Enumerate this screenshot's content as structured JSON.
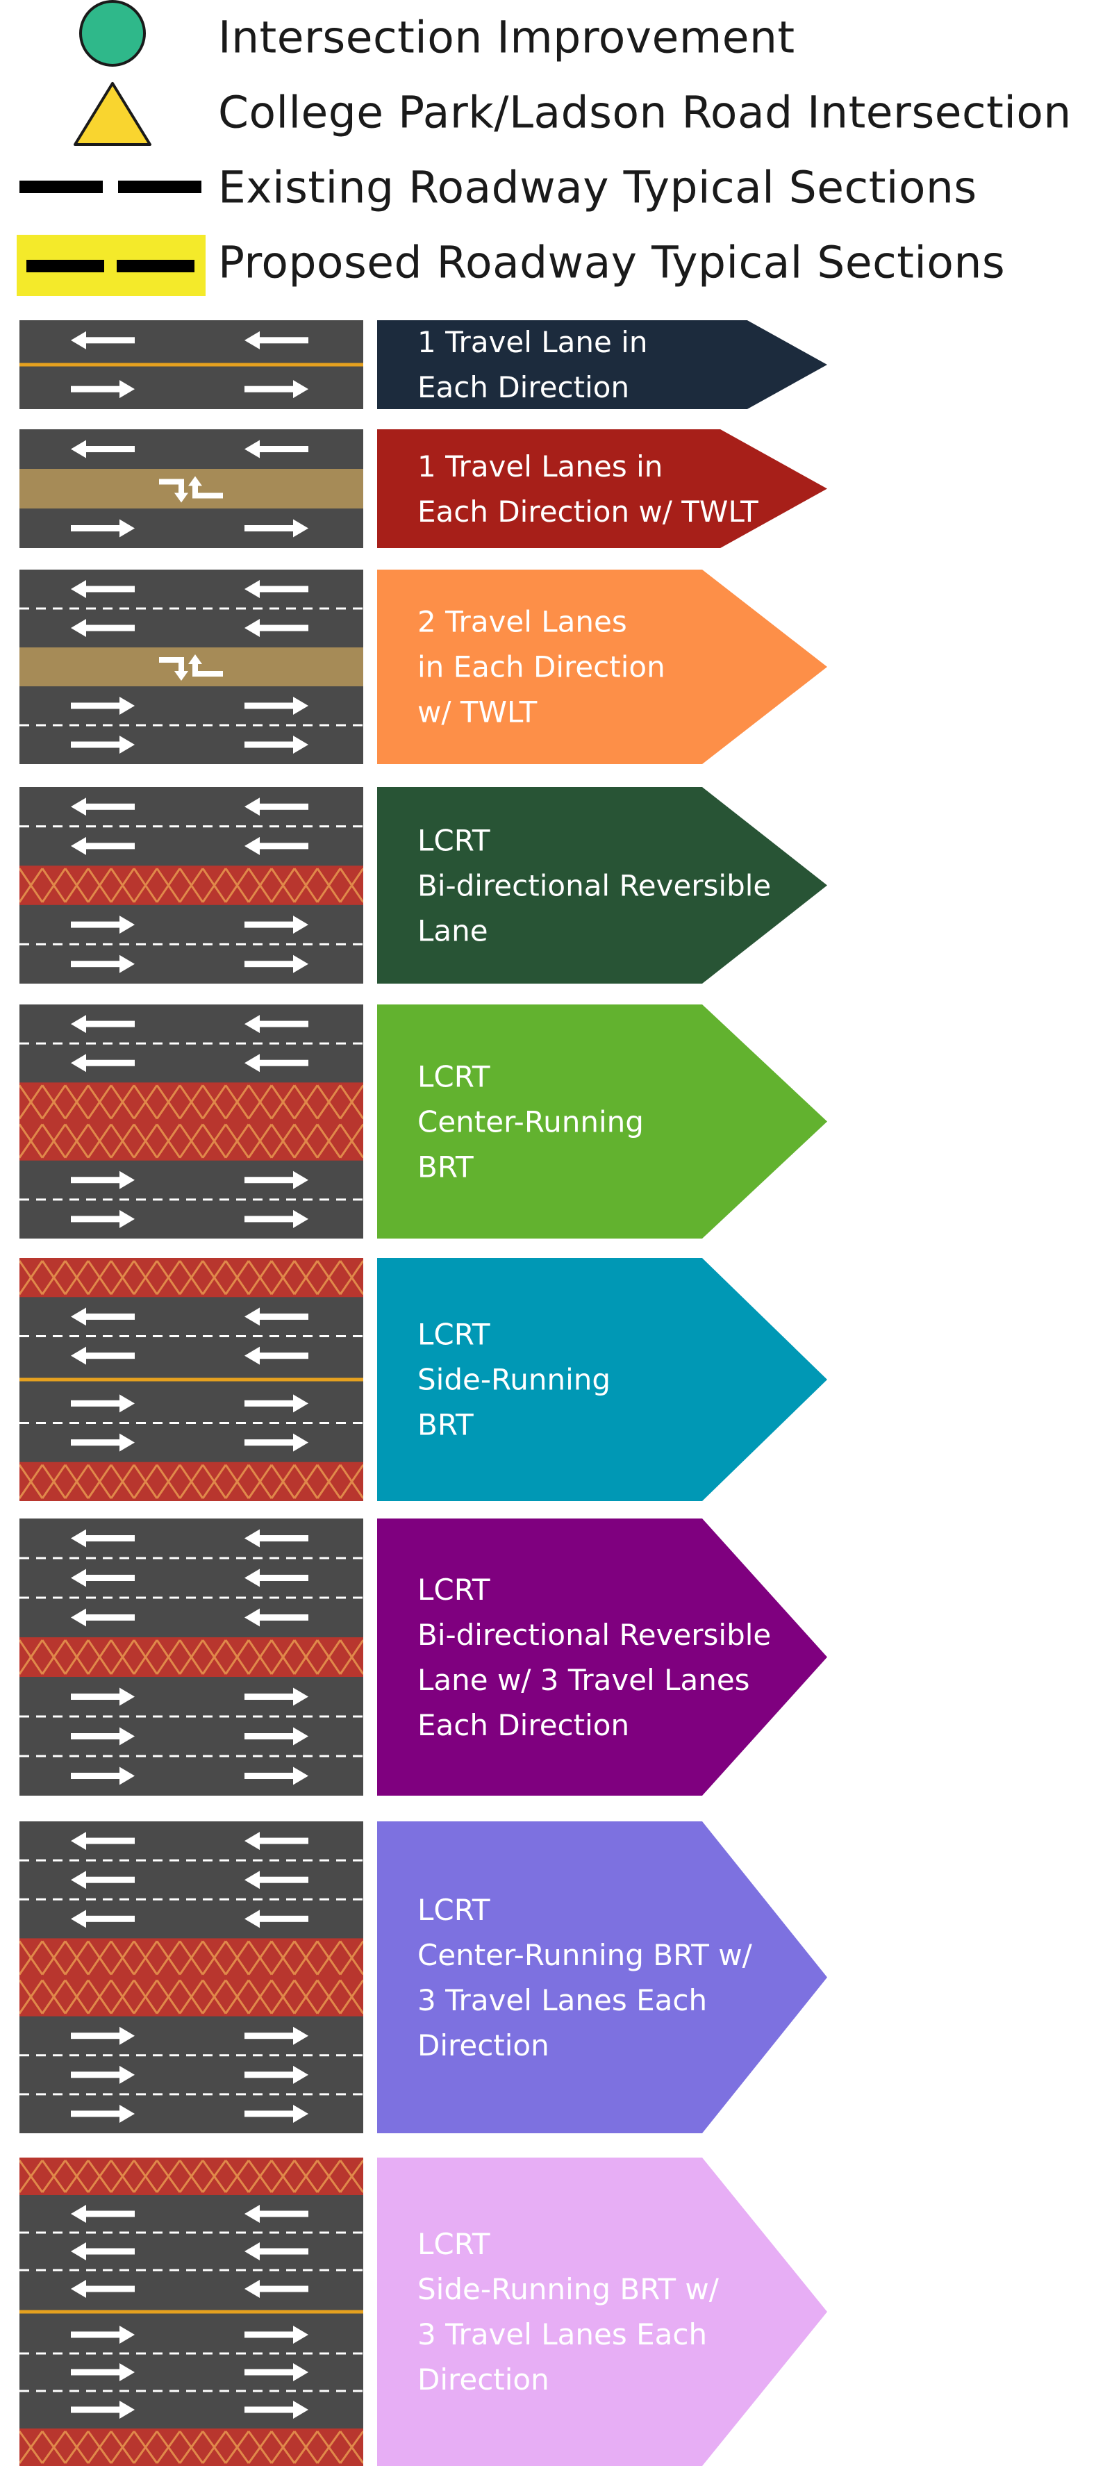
{
  "legend": [
    {
      "symbol": "green-circle",
      "label": "Intersection Improvement",
      "color": "#2fb88a"
    },
    {
      "symbol": "yellow-triangle",
      "label": "College Park/Ladson Road Intersection",
      "color": "#f9d52f"
    },
    {
      "symbol": "black-dashed-line",
      "label": "Existing Roadway Typical Sections",
      "color": "#000000"
    },
    {
      "symbol": "yellow-highlighted-dashed-line",
      "label": "Proposed Roadway Typical Sections",
      "color": "#f4ea2a"
    }
  ],
  "colors": {
    "asphalt": "#4a4a4a",
    "lane_line": "#ffffff",
    "center_line": "#e6a11f",
    "twlt_median": "#a68b57",
    "transit_lane": "#b8362e",
    "transit_x": "#e0894a"
  },
  "sections": [
    {
      "name": "1-lane-each-direction",
      "label": "1 Travel Lane in\nEach Direction",
      "color": "#1c2b3d",
      "lanes": [
        "wb",
        "cl",
        "eb"
      ]
    },
    {
      "name": "1-lane-twlt",
      "label": "1 Travel Lanes in\nEach Direction w/ TWLT",
      "color": "#a71f19",
      "lanes": [
        "wb",
        "twlt",
        "eb"
      ]
    },
    {
      "name": "2-lane-twlt",
      "label": "2 Travel Lanes\nin Each Direction\nw/ TWLT",
      "color": "#fd8f48",
      "lanes": [
        "wb",
        "wb",
        "twlt",
        "eb",
        "eb"
      ]
    },
    {
      "name": "lcrt-reversible",
      "label": "LCRT\nBi-directional Reversible\nLane",
      "color": "#285435",
      "lanes": [
        "wb",
        "wb",
        "tx",
        "eb",
        "eb"
      ]
    },
    {
      "name": "lcrt-center-brt",
      "label": "LCRT\nCenter-Running\nBRT",
      "color": "#62b22f",
      "lanes": [
        "wb",
        "wb",
        "tx",
        "tx",
        "eb",
        "eb"
      ]
    },
    {
      "name": "lcrt-side-brt",
      "label": "LCRT\nSide-Running\nBRT",
      "color": "#0098b5",
      "lanes": [
        "tx",
        "wb",
        "wb",
        "cl",
        "eb",
        "eb",
        "tx"
      ]
    },
    {
      "name": "lcrt-reversible-3-lanes",
      "label": "LCRT\nBi-directional Reversible\nLane w/ 3  Travel Lanes\nEach Direction",
      "color": "#7f007f",
      "lanes": [
        "wb",
        "wb",
        "wb",
        "tx",
        "eb",
        "eb",
        "eb"
      ]
    },
    {
      "name": "lcrt-center-brt-3-lanes",
      "label": "LCRT\nCenter-Running BRT w/\n3 Travel Lanes Each\nDirection",
      "color": "#7d71e0",
      "lanes": [
        "wb",
        "wb",
        "wb",
        "tx",
        "tx",
        "eb",
        "eb",
        "eb"
      ]
    },
    {
      "name": "lcrt-side-brt-3-lanes",
      "label": "LCRT\nSide-Running BRT w/\n3 Travel Lanes Each\nDirection",
      "color": "#e7aef5",
      "lanes": [
        "tx",
        "wb",
        "wb",
        "wb",
        "cl",
        "eb",
        "eb",
        "eb",
        "tx"
      ]
    }
  ]
}
